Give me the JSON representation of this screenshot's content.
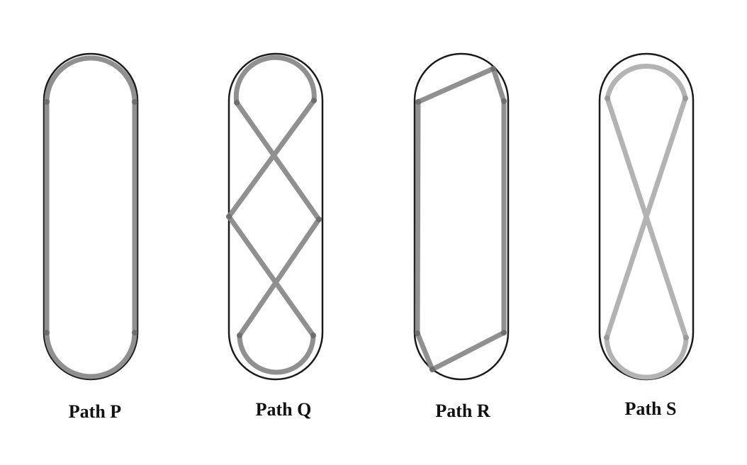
{
  "panels": [
    {
      "id": "P",
      "label": "Path P",
      "path_color": "#8a8a8a"
    },
    {
      "id": "Q",
      "label": "Path Q",
      "path_color": "#8a8a8a"
    },
    {
      "id": "R",
      "label": "Path R",
      "path_color": "#8a8a8a"
    },
    {
      "id": "S",
      "label": "Path S",
      "path_color": "#b3b3b3"
    }
  ],
  "colors": {
    "track_outline": "#1a1a1a",
    "node": "#6e6e6e",
    "background": "#ffffff"
  }
}
